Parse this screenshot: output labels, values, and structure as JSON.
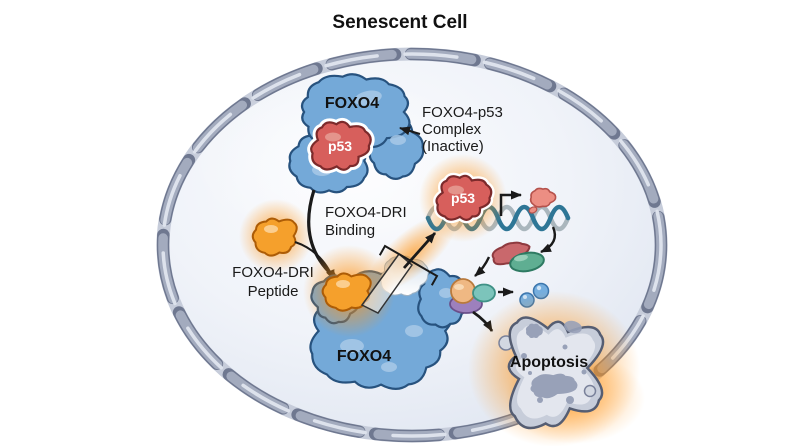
{
  "title": "Senescent Cell",
  "labels": {
    "complex_protein": "FOXO4",
    "complex_p53": "p53",
    "complex_annotation_line1": "FOXO4-p53",
    "complex_annotation_line2": "Complex",
    "complex_annotation_line3": "(Inactive)",
    "binding_line1": "FOXO4-DRI",
    "binding_line2": "Binding",
    "peptide_line1": "FOXO4-DRI",
    "peptide_line2": "Peptide",
    "released_p53": "p53",
    "bottom_foxo4": "FOXO4",
    "apoptosis": "Apoptosis"
  },
  "icons": [
    "cell-membrane-icon",
    "foxo4-protein-icon",
    "p53-protein-icon",
    "foxo4-dri-peptide-icon",
    "dna-helix-icon",
    "transcription-arrow-icon",
    "nascent-protein-icon",
    "effector-proteins-icon",
    "signal-molecules-icon",
    "apoptotic-cell-icon"
  ],
  "colors": {
    "protein_blue": "#74a9d8",
    "protein_blue_dark": "#27527e",
    "protein_blue_light": "#a8c9e8",
    "p53_red": "#d75f5c",
    "p53_red_dark": "#7c2a2b",
    "p53_red_light": "#e59a91",
    "peptide_orange": "#f5a02c",
    "peptide_orange_dark": "#ad5c06",
    "peptide_orange_light": "#fcd39a",
    "glow_orange": "#ff9417",
    "membrane_dark": "#6f7890",
    "membrane_capsule": "#a3abbe",
    "membrane_band": "#c6ccda",
    "membrane_stripe": "#dde2ec",
    "dna_blue": "#2e7696",
    "dna_gray": "#aab6bd",
    "apoptosis_fill": "#c7cdda",
    "apoptosis_inner": "#e3e6ee",
    "apoptosis_dark": "#555d72",
    "nucleus_gray": "#98a1b8",
    "bean_red": "#c9686c",
    "bean_red_dark": "#8e3a3f",
    "oval_green": "#5fae92",
    "oval_green_dark": "#2e7a62",
    "sphere_tan": "#efb883",
    "sphere_tan_dark": "#b97a3c",
    "oval_teal": "#7cc4bb",
    "oval_teal_dark": "#3f9186",
    "oval_purple": "#9d80bd",
    "oval_purple_dark": "#6a4f8a",
    "dot_blue": "#76aede",
    "dot_blue_dark": "#3c76ad",
    "nascent_salmon": "#ec8e83",
    "nascent_salmon_dark": "#b5524c",
    "arrow_black": "#1a1a1a",
    "text_black": "#111111",
    "text_white": "#ffffff"
  }
}
